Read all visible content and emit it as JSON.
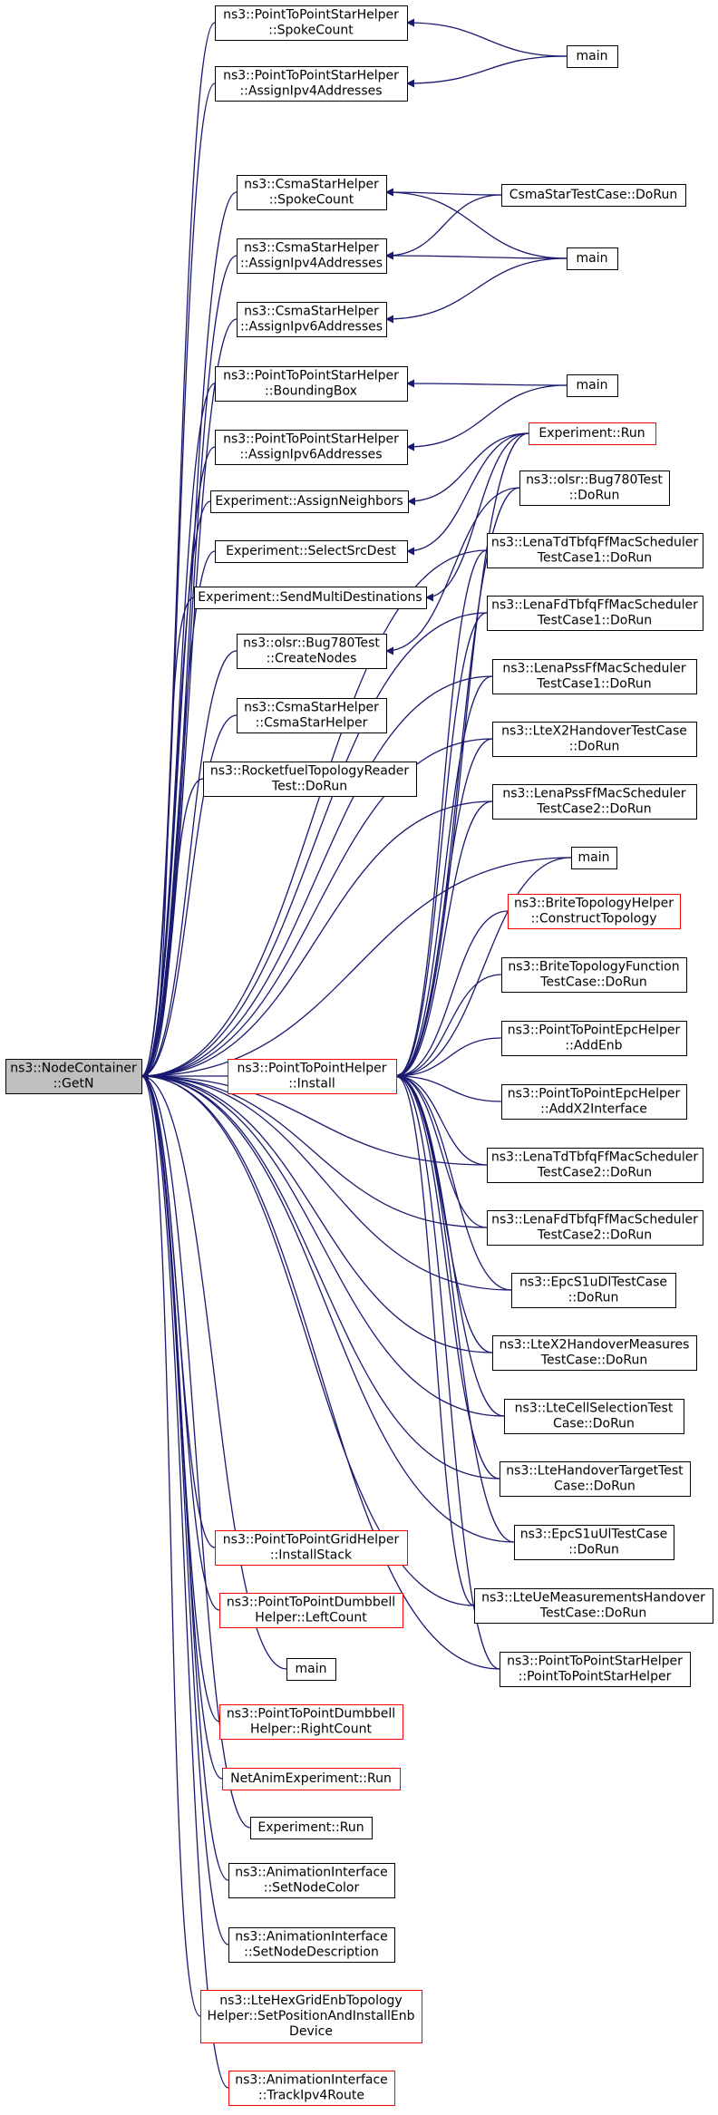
{
  "diagram": {
    "title": "",
    "colors": {
      "edge": "#191970",
      "box_border_default": "#000000",
      "box_border_truncated": "#ff0000",
      "root_fill": "#bfbfbf",
      "box_fill": "#ffffff",
      "text": "#000000"
    },
    "nodes": [
      {
        "id": "root",
        "lines": [
          "ns3::NodeContainer",
          "::GetN"
        ],
        "style": "root"
      },
      {
        "id": "p2p_install",
        "lines": [
          "ns3::PointToPointHelper",
          "::Install"
        ],
        "style": "red"
      },
      {
        "id": "p2pstar_spoke",
        "lines": [
          "ns3::PointToPointStarHelper",
          "::SpokeCount"
        ],
        "style": "black"
      },
      {
        "id": "p2pstar_assign4",
        "lines": [
          "ns3::PointToPointStarHelper",
          "::AssignIpv4Addresses"
        ],
        "style": "black"
      },
      {
        "id": "csma_spoke",
        "lines": [
          "ns3::CsmaStarHelper",
          "::SpokeCount"
        ],
        "style": "black"
      },
      {
        "id": "csma_assign4",
        "lines": [
          "ns3::CsmaStarHelper",
          "::AssignIpv4Addresses"
        ],
        "style": "black"
      },
      {
        "id": "csma_assign6",
        "lines": [
          "ns3::CsmaStarHelper",
          "::AssignIpv6Addresses"
        ],
        "style": "black"
      },
      {
        "id": "p2pstar_bbox",
        "lines": [
          "ns3::PointToPointStarHelper",
          "::BoundingBox"
        ],
        "style": "black"
      },
      {
        "id": "p2pstar_assign6",
        "lines": [
          "ns3::PointToPointStarHelper",
          "::AssignIpv6Addresses"
        ],
        "style": "black"
      },
      {
        "id": "exp_neighbors",
        "lines": [
          "Experiment::AssignNeighbors"
        ],
        "style": "black"
      },
      {
        "id": "exp_srcdest",
        "lines": [
          "Experiment::SelectSrcDest"
        ],
        "style": "black"
      },
      {
        "id": "exp_multi",
        "lines": [
          "Experiment::SendMultiDestinations"
        ],
        "style": "black"
      },
      {
        "id": "olsr_create",
        "lines": [
          "ns3::olsr::Bug780Test",
          "::CreateNodes"
        ],
        "style": "black"
      },
      {
        "id": "csma_ctor",
        "lines": [
          "ns3::CsmaStarHelper",
          "::CsmaStarHelper"
        ],
        "style": "black"
      },
      {
        "id": "rocketfuel",
        "lines": [
          "ns3::RocketfuelTopologyReader",
          "Test::DoRun"
        ],
        "style": "black"
      },
      {
        "id": "grid_install",
        "lines": [
          "ns3::PointToPointGridHelper",
          "::InstallStack"
        ],
        "style": "red"
      },
      {
        "id": "dumbbell_left",
        "lines": [
          "ns3::PointToPointDumbbell",
          "Helper::LeftCount"
        ],
        "style": "red"
      },
      {
        "id": "main_mid",
        "lines": [
          "main"
        ],
        "style": "black"
      },
      {
        "id": "dumbbell_right",
        "lines": [
          "ns3::PointToPointDumbbell",
          "Helper::RightCount"
        ],
        "style": "red"
      },
      {
        "id": "netanim_run",
        "lines": [
          "NetAnimExperiment::Run"
        ],
        "style": "red"
      },
      {
        "id": "exp_run2",
        "lines": [
          "Experiment::Run"
        ],
        "style": "black"
      },
      {
        "id": "anim_color",
        "lines": [
          "ns3::AnimationInterface",
          "::SetNodeColor"
        ],
        "style": "black"
      },
      {
        "id": "anim_desc",
        "lines": [
          "ns3::AnimationInterface",
          "::SetNodeDescription"
        ],
        "style": "black"
      },
      {
        "id": "lte_hex",
        "lines": [
          "ns3::LteHexGridEnbTopology",
          "Helper::SetPositionAndInstallEnb",
          "Device"
        ],
        "style": "red"
      },
      {
        "id": "anim_track",
        "lines": [
          "ns3::AnimationInterface",
          "::TrackIpv4Route"
        ],
        "style": "red"
      },
      {
        "id": "main_1",
        "lines": [
          "main"
        ],
        "style": "black"
      },
      {
        "id": "csma_test",
        "lines": [
          "CsmaStarTestCase::DoRun"
        ],
        "style": "black"
      },
      {
        "id": "main_2",
        "lines": [
          "main"
        ],
        "style": "black"
      },
      {
        "id": "main_3",
        "lines": [
          "main"
        ],
        "style": "black"
      },
      {
        "id": "exp_run",
        "lines": [
          "Experiment::Run"
        ],
        "style": "red"
      },
      {
        "id": "olsr_dorun",
        "lines": [
          "ns3::olsr::Bug780Test",
          "::DoRun"
        ],
        "style": "black"
      },
      {
        "id": "td_tc1",
        "lines": [
          "ns3::LenaTdTbfqFfMacScheduler",
          "TestCase1::DoRun"
        ],
        "style": "black"
      },
      {
        "id": "fd_tc1",
        "lines": [
          "ns3::LenaFdTbfqFfMacScheduler",
          "TestCase1::DoRun"
        ],
        "style": "black"
      },
      {
        "id": "pss_tc1",
        "lines": [
          "ns3::LenaPssFfMacScheduler",
          "TestCase1::DoRun"
        ],
        "style": "black"
      },
      {
        "id": "x2_test",
        "lines": [
          "ns3::LteX2HandoverTestCase",
          "::DoRun"
        ],
        "style": "black"
      },
      {
        "id": "pss_tc2",
        "lines": [
          "ns3::LenaPssFfMacScheduler",
          "TestCase2::DoRun"
        ],
        "style": "black"
      },
      {
        "id": "main_4",
        "lines": [
          "main"
        ],
        "style": "black"
      },
      {
        "id": "brite_helper",
        "lines": [
          "ns3::BriteTopologyHelper",
          "::ConstructTopology"
        ],
        "style": "red"
      },
      {
        "id": "brite_test",
        "lines": [
          "ns3::BriteTopologyFunction",
          "TestCase::DoRun"
        ],
        "style": "black"
      },
      {
        "id": "epc_addenb",
        "lines": [
          "ns3::PointToPointEpcHelper",
          "::AddEnb"
        ],
        "style": "black"
      },
      {
        "id": "epc_addx2",
        "lines": [
          "ns3::PointToPointEpcHelper",
          "::AddX2Interface"
        ],
        "style": "black"
      },
      {
        "id": "td_tc2",
        "lines": [
          "ns3::LenaTdTbfqFfMacScheduler",
          "TestCase2::DoRun"
        ],
        "style": "black"
      },
      {
        "id": "fd_tc2",
        "lines": [
          "ns3::LenaFdTbfqFfMacScheduler",
          "TestCase2::DoRun"
        ],
        "style": "black"
      },
      {
        "id": "epc_dl",
        "lines": [
          "ns3::EpcS1uDlTestCase",
          "::DoRun"
        ],
        "style": "black"
      },
      {
        "id": "x2_meas",
        "lines": [
          "ns3::LteX2HandoverMeasures",
          "TestCase::DoRun"
        ],
        "style": "black"
      },
      {
        "id": "cell_sel",
        "lines": [
          "ns3::LteCellSelectionTest",
          "Case::DoRun"
        ],
        "style": "black"
      },
      {
        "id": "ho_target",
        "lines": [
          "ns3::LteHandoverTargetTest",
          "Case::DoRun"
        ],
        "style": "black"
      },
      {
        "id": "epc_ul",
        "lines": [
          "ns3::EpcS1uUlTestCase",
          "::DoRun"
        ],
        "style": "black"
      },
      {
        "id": "ue_meas",
        "lines": [
          "ns3::LteUeMeasurementsHandover",
          "TestCase::DoRun"
        ],
        "style": "black"
      },
      {
        "id": "p2pstar_ctor",
        "lines": [
          "ns3::PointToPointStarHelper",
          "::PointToPointStarHelper"
        ],
        "style": "black"
      }
    ],
    "edges": [
      [
        "p2pstar_spoke",
        "main_1"
      ],
      [
        "p2pstar_assign4",
        "main_1"
      ],
      [
        "csma_spoke",
        "csma_test"
      ],
      [
        "csma_spoke",
        "main_2"
      ],
      [
        "csma_assign4",
        "csma_test"
      ],
      [
        "csma_assign4",
        "main_2"
      ],
      [
        "csma_assign6",
        "main_2"
      ],
      [
        "p2pstar_bbox",
        "main_3"
      ],
      [
        "p2pstar_assign6",
        "main_3"
      ],
      [
        "exp_neighbors",
        "exp_run"
      ],
      [
        "exp_srcdest",
        "exp_run"
      ],
      [
        "exp_multi",
        "exp_run"
      ],
      [
        "olsr_create",
        "olsr_dorun"
      ],
      [
        "root",
        "p2pstar_spoke"
      ],
      [
        "root",
        "p2pstar_assign4"
      ],
      [
        "root",
        "csma_spoke"
      ],
      [
        "root",
        "csma_assign4"
      ],
      [
        "root",
        "csma_assign6"
      ],
      [
        "root",
        "p2pstar_bbox"
      ],
      [
        "root",
        "p2pstar_assign6"
      ],
      [
        "root",
        "exp_neighbors"
      ],
      [
        "root",
        "exp_srcdest"
      ],
      [
        "root",
        "exp_multi"
      ],
      [
        "root",
        "olsr_create"
      ],
      [
        "root",
        "csma_ctor"
      ],
      [
        "root",
        "rocketfuel"
      ],
      [
        "root",
        "p2p_install"
      ],
      [
        "root",
        "grid_install"
      ],
      [
        "root",
        "dumbbell_left"
      ],
      [
        "root",
        "main_mid"
      ],
      [
        "root",
        "dumbbell_right"
      ],
      [
        "root",
        "netanim_run"
      ],
      [
        "root",
        "exp_run2"
      ],
      [
        "root",
        "anim_color"
      ],
      [
        "root",
        "anim_desc"
      ],
      [
        "root",
        "lte_hex"
      ],
      [
        "root",
        "anim_track"
      ],
      [
        "root",
        "main_4"
      ],
      [
        "root",
        "td_tc1"
      ],
      [
        "root",
        "fd_tc1"
      ],
      [
        "root",
        "pss_tc1"
      ],
      [
        "root",
        "x2_test"
      ],
      [
        "root",
        "pss_tc2"
      ],
      [
        "root",
        "td_tc2"
      ],
      [
        "root",
        "fd_tc2"
      ],
      [
        "root",
        "epc_dl"
      ],
      [
        "root",
        "x2_meas"
      ],
      [
        "root",
        "cell_sel"
      ],
      [
        "root",
        "ho_target"
      ],
      [
        "root",
        "epc_ul"
      ],
      [
        "root",
        "ue_meas"
      ],
      [
        "root",
        "p2pstar_ctor"
      ],
      [
        "p2p_install",
        "exp_run"
      ],
      [
        "p2p_install",
        "olsr_dorun"
      ],
      [
        "p2p_install",
        "td_tc1"
      ],
      [
        "p2p_install",
        "fd_tc1"
      ],
      [
        "p2p_install",
        "pss_tc1"
      ],
      [
        "p2p_install",
        "x2_test"
      ],
      [
        "p2p_install",
        "pss_tc2"
      ],
      [
        "p2p_install",
        "main_4"
      ],
      [
        "p2p_install",
        "brite_helper"
      ],
      [
        "p2p_install",
        "brite_test"
      ],
      [
        "p2p_install",
        "epc_addenb"
      ],
      [
        "p2p_install",
        "epc_addx2"
      ],
      [
        "p2p_install",
        "td_tc2"
      ],
      [
        "p2p_install",
        "fd_tc2"
      ],
      [
        "p2p_install",
        "epc_dl"
      ],
      [
        "p2p_install",
        "x2_meas"
      ],
      [
        "p2p_install",
        "cell_sel"
      ],
      [
        "p2p_install",
        "ho_target"
      ],
      [
        "p2p_install",
        "epc_ul"
      ],
      [
        "p2p_install",
        "ue_meas"
      ],
      [
        "p2p_install",
        "p2pstar_ctor"
      ]
    ]
  }
}
